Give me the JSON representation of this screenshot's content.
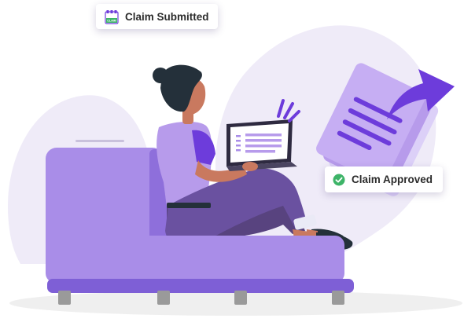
{
  "badges": {
    "submitted": {
      "label": "Claim Submitted",
      "icon": "claim-form-icon",
      "icon_text": "CLAIM"
    },
    "approved": {
      "label": "Claim Approved",
      "icon": "check-circle-icon"
    }
  },
  "colors": {
    "accent_purple": "#6D3CDB",
    "light_purple": "#B79BEB",
    "blob_lavender": "#EFEBF8",
    "sofa_purple": "#A98DE8",
    "success_green": "#3DB468",
    "skin": "#C9795F",
    "hair": "#24303A"
  }
}
